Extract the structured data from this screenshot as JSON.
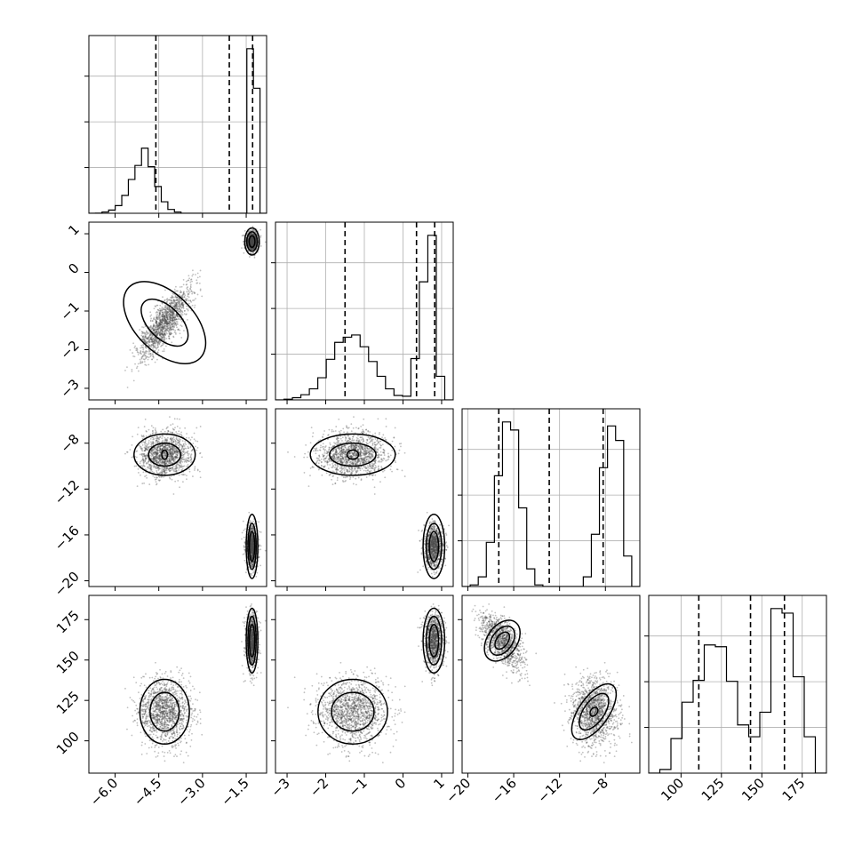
{
  "chart_data": {
    "type": "corner",
    "parameters": [
      {
        "range": [
          -6.9,
          -0.8
        ],
        "ticks": [
          -6.0,
          -4.5,
          -3.0,
          -1.5
        ],
        "tick_labels": [
          "−6.0",
          "−4.5",
          "−3.0",
          "−1.5"
        ],
        "quantile_lines": [
          -4.6,
          -2.08,
          -1.28
        ],
        "hist_bins": [
          0.0,
          0.002,
          0.02,
          0.05,
          0.12,
          0.28,
          0.53,
          0.75,
          1.02,
          0.73,
          0.42,
          0.18,
          0.06,
          0.02,
          0.0,
          0.0,
          0.0,
          0.0,
          0.0,
          0.0,
          0.0,
          0.0,
          0.0,
          0.0,
          2.58,
          1.96,
          0.0
        ]
      },
      {
        "range": [
          -3.3,
          1.3
        ],
        "ticks": [
          -3,
          -2,
          -1,
          0,
          1
        ],
        "tick_labels": [
          "−3",
          "−2",
          "−1",
          "0",
          "1"
        ],
        "quantile_lines": [
          -1.5,
          0.35,
          0.82
        ],
        "hist_bins": [
          0.0,
          0.01,
          0.03,
          0.07,
          0.15,
          0.3,
          0.55,
          0.78,
          0.85,
          0.88,
          0.72,
          0.52,
          0.32,
          0.15,
          0.06,
          0.05,
          0.56,
          1.6,
          2.23,
          0.32,
          0.0
        ]
      },
      {
        "range": [
          -20.5,
          -5.0
        ],
        "ticks": [
          -20,
          -16,
          -12,
          -8
        ],
        "tick_labels": [
          "−20",
          "−16",
          "−12",
          "−8"
        ],
        "quantile_lines": [
          -17.3,
          -12.9,
          -8.2
        ],
        "hist_bins": [
          0.0,
          0.02,
          0.12,
          0.55,
          1.38,
          2.05,
          1.95,
          0.98,
          0.22,
          0.02,
          0.0,
          0.0,
          0.0,
          0.0,
          0.0,
          0.12,
          0.65,
          1.48,
          2.0,
          1.82,
          0.38,
          0.0
        ]
      },
      {
        "range": [
          80,
          190
        ],
        "ticks": [
          100,
          125,
          150,
          175
        ],
        "tick_labels": [
          "100",
          "125",
          "150",
          "175"
        ],
        "quantile_lines": [
          111,
          143,
          164
        ],
        "hist_bins": [
          0.0,
          0.04,
          0.38,
          0.78,
          1.02,
          1.41,
          1.39,
          1.01,
          0.53,
          0.4,
          0.67,
          1.81,
          1.76,
          1.06,
          0.4,
          0.0
        ]
      }
    ],
    "modes": [
      {
        "center": [
          -4.3,
          -1.3,
          -9.0,
          118
        ],
        "sigma": [
          0.45,
          0.45,
          1.0,
          10
        ],
        "weight": 0.55
      },
      {
        "center": [
          -1.3,
          0.8,
          -17.0,
          162
        ],
        "sigma": [
          0.1,
          0.12,
          0.9,
          8
        ],
        "weight": 0.45
      }
    ],
    "pairs": [
      {
        "row": 1,
        "col": 0,
        "contours": [
          {
            "mode": 0,
            "rx": 0.55,
            "ry": 0.75,
            "angle": -45
          },
          {
            "mode": 0,
            "rx": 1.0,
            "ry": 1.3,
            "angle": -45
          },
          {
            "mode": 1,
            "rx": 0.1,
            "ry": 0.15,
            "angle": 0
          },
          {
            "mode": 1,
            "rx": 0.18,
            "ry": 0.25,
            "angle": 0
          },
          {
            "mode": 1,
            "rx": 0.25,
            "ry": 0.35,
            "angle": 0
          }
        ]
      },
      {
        "row": 2,
        "col": 0,
        "contours": [
          {
            "mode": 0,
            "rx": 0.1,
            "ry": 0.4,
            "angle": 0
          },
          {
            "mode": 0,
            "rx": 0.55,
            "ry": 1.0,
            "angle": 0
          },
          {
            "mode": 0,
            "rx": 1.05,
            "ry": 1.8,
            "angle": 0
          },
          {
            "mode": 1,
            "rx": 0.09,
            "ry": 1.3,
            "angle": 0
          },
          {
            "mode": 1,
            "rx": 0.14,
            "ry": 2.0,
            "angle": 0
          },
          {
            "mode": 1,
            "rx": 0.2,
            "ry": 2.8,
            "angle": 0
          }
        ]
      },
      {
        "row": 2,
        "col": 1,
        "contours": [
          {
            "mode": 0,
            "rx": 0.15,
            "ry": 0.4,
            "angle": 0
          },
          {
            "mode": 0,
            "rx": 0.6,
            "ry": 1.0,
            "angle": 0
          },
          {
            "mode": 0,
            "rx": 1.1,
            "ry": 1.8,
            "angle": 0
          },
          {
            "mode": 1,
            "rx": 0.12,
            "ry": 1.3,
            "angle": 0
          },
          {
            "mode": 1,
            "rx": 0.2,
            "ry": 2.0,
            "angle": 0
          },
          {
            "mode": 1,
            "rx": 0.28,
            "ry": 2.8,
            "angle": 0
          }
        ]
      },
      {
        "row": 3,
        "col": 0,
        "contours": [
          {
            "mode": 0,
            "rx": 0.5,
            "ry": 12,
            "angle": 0
          },
          {
            "mode": 0,
            "rx": 0.85,
            "ry": 20,
            "angle": 0
          },
          {
            "mode": 1,
            "rx": 0.09,
            "ry": 10,
            "angle": 0
          },
          {
            "mode": 1,
            "rx": 0.14,
            "ry": 15,
            "angle": 0
          },
          {
            "mode": 1,
            "rx": 0.2,
            "ry": 20,
            "angle": 0
          }
        ]
      },
      {
        "row": 3,
        "col": 1,
        "contours": [
          {
            "mode": 0,
            "rx": 0.55,
            "ry": 12,
            "angle": 0
          },
          {
            "mode": 0,
            "rx": 0.9,
            "ry": 20,
            "angle": 0
          },
          {
            "mode": 1,
            "rx": 0.12,
            "ry": 10,
            "angle": 0
          },
          {
            "mode": 1,
            "rx": 0.2,
            "ry": 15,
            "angle": 0
          },
          {
            "mode": 1,
            "rx": 0.28,
            "ry": 20,
            "angle": 0
          }
        ]
      },
      {
        "row": 3,
        "col": 2,
        "contours": [
          {
            "mode": 0,
            "rx": 0.3,
            "ry": 3,
            "angle": 35
          },
          {
            "mode": 0,
            "rx": 0.9,
            "ry": 13,
            "angle": 35
          },
          {
            "mode": 0,
            "rx": 1.3,
            "ry": 20,
            "angle": 35
          },
          {
            "mode": 1,
            "rx": 0.5,
            "ry": 6,
            "angle": 35
          },
          {
            "mode": 1,
            "rx": 0.9,
            "ry": 10,
            "angle": 35
          },
          {
            "mode": 1,
            "rx": 1.3,
            "ry": 14,
            "angle": 35
          }
        ]
      }
    ],
    "grid": true,
    "colors": {
      "line": "#000000",
      "scatter": "#4a4a4a",
      "grid": "#b0b0b0"
    }
  }
}
